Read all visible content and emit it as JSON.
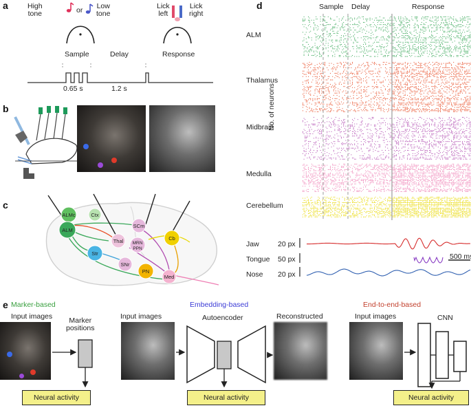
{
  "panels": {
    "a": {
      "letter": "a",
      "high_tone": "High\ntone",
      "or_text": "or",
      "low_tone": "Low\ntone",
      "lick_left": "Lick\nleft",
      "lick_right": "Lick\nright",
      "phases": [
        "Sample",
        "Delay",
        "Response"
      ],
      "durations": [
        "0.65 s",
        "1.2 s"
      ]
    },
    "b": {
      "letter": "b"
    },
    "c": {
      "letter": "c",
      "nodes": [
        "ALMc",
        "Ctx",
        "ALM",
        "SCm",
        "Cb",
        "Thal",
        "MRN\nPPN",
        "Str",
        "SNr",
        "PN",
        "Med"
      ]
    },
    "d": {
      "letter": "d",
      "phases": [
        "Sample",
        "Delay",
        "Response"
      ],
      "regions": [
        "ALM",
        "Thalamus",
        "Midbrain",
        "Medulla",
        "Cerebellum"
      ],
      "y_axis_label": "No. of neurons",
      "traces": [
        {
          "name": "Jaw",
          "scale": "20 px"
        },
        {
          "name": "Tongue",
          "scale": "50 px"
        },
        {
          "name": "Nose",
          "scale": "20 px"
        }
      ],
      "time_scale": "500 ms"
    },
    "e": {
      "letter": "e",
      "marker_title": "Marker-based",
      "embedding_title": "Embedding-based",
      "end_title": "End-to-end-based",
      "input_images": "Input images",
      "marker_positions": "Marker\npositions",
      "autoencoder": "Autoencoder",
      "reconstructed": "Reconstructed",
      "cnn": "CNN",
      "neural_activity": "Neural activity"
    }
  },
  "colors": {
    "alm": "#3aa85a",
    "thalamus": "#e8502a",
    "midbrain": "#b04bb0",
    "medulla": "#ee7fb4",
    "cerebellum": "#e8d800",
    "jaw": "#d62b2b",
    "tongue": "#8a3fc4",
    "nose": "#2f5fb0",
    "marker_title": "#3aa040",
    "embedding_title": "#3b3bd6",
    "end_title": "#c2402d",
    "activity_fill": "#f4f08a"
  }
}
